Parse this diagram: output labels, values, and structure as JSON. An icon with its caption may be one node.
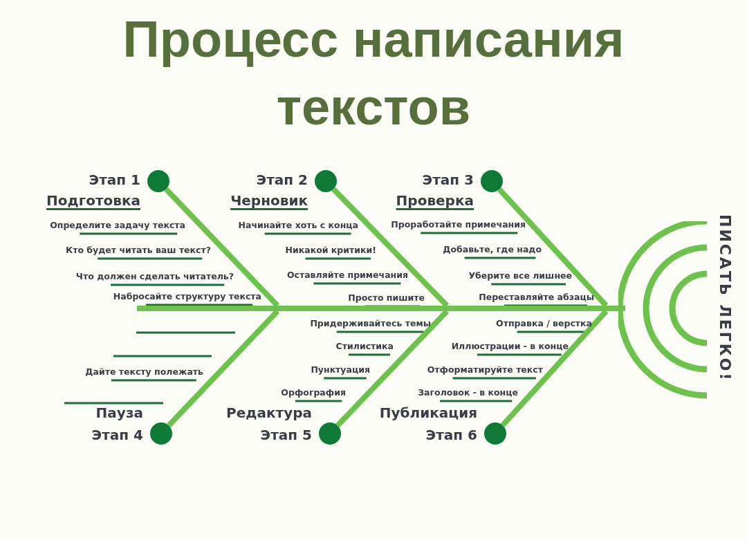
{
  "diagram": {
    "title": "Процесс написания текстов",
    "nodes": [
      {
        "text": [
          "Этап 1",
          "Подготовка"
        ]
      },
      {
        "text": [
          "Этап 2",
          "Черновик"
        ]
      },
      {
        "text": [
          "Этап 3",
          "Проверка"
        ]
      },
      {
        "text": [
          "Пауза",
          "Этап 4"
        ]
      },
      {
        "text": [
          "Редактура",
          "Этап 5"
        ]
      },
      {
        "text": [
          "Публикация",
          "Этап 6"
        ]
      },
      {
        "text": [],
        "shape": "bar"
      },
      {
        "text": [
          "ПИСАТЬ ЛЕГКО!"
        ]
      }
    ],
    "edges": [
      {
        "from": 0,
        "to": 6,
        "arrow": "none"
      },
      {
        "from": 1,
        "to": 6,
        "arrow": "none"
      },
      {
        "from": 2,
        "to": 6,
        "arrow": "none"
      },
      {
        "from": 3,
        "to": 6,
        "arrow": "none"
      },
      {
        "from": 4,
        "to": 6,
        "arrow": "none"
      },
      {
        "from": 5,
        "to": 6,
        "arrow": "none"
      }
    ],
    "labels": [
      "Определите задачу текста",
      "Кто будет читать ваш текст?",
      "Что должен сделать читатель?",
      "Набросайте структуру текста",
      "Начинайте хоть с конца",
      "Никакой критики!",
      "Оставляйте примечания",
      "Просто пишите",
      "Проработайте примечания",
      "Добавьте, где надо",
      "Уберите все лишнее",
      "Переставляйте абзацы",
      "Дайте тексту полежать",
      "Придерживайтесь темы",
      "Стилистика",
      "Пунктуация",
      "Орфография",
      "Отправка / верстка",
      "Иллюстрации - в конце",
      "Отформатируйте текст",
      "Заголовок - в конце"
    ]
  }
}
